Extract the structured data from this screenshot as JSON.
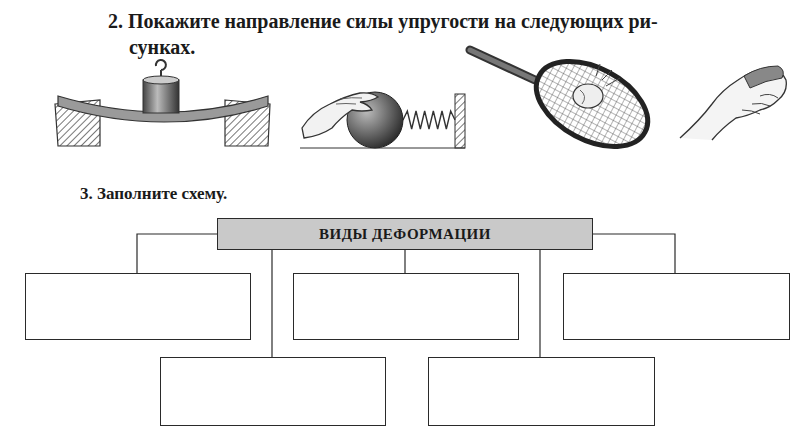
{
  "diagram": {
    "nodes": [
      {
        "text": [
          "ВИДЫ ДЕФОРМАЦИИ"
        ]
      },
      {
        "text": []
      },
      {
        "text": []
      },
      {
        "text": []
      },
      {
        "text": []
      },
      {
        "text": []
      }
    ],
    "edges": [
      {
        "from": 0,
        "to": 1,
        "arrow": "none"
      },
      {
        "from": 0,
        "to": 2,
        "arrow": "none"
      },
      {
        "from": 0,
        "to": 3,
        "arrow": "none"
      },
      {
        "from": 0,
        "to": 4,
        "arrow": "none"
      },
      {
        "from": 0,
        "to": 5,
        "arrow": "none"
      }
    ],
    "labels": [
      "2. Покажите направление силы упругости на следующих ри- сунках.",
      "3. Заполните схему."
    ]
  }
}
